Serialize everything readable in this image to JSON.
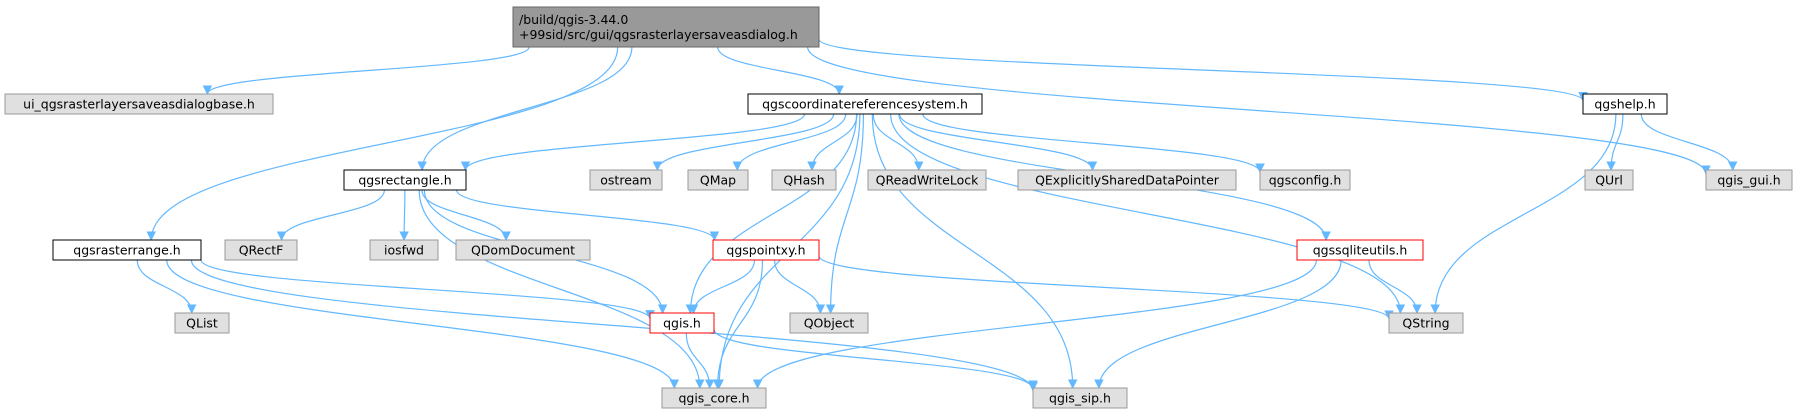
{
  "colors": {
    "edge": "#63b8ff",
    "gray_fill": "#e0e0e0",
    "gray_border": "#999999",
    "root_fill": "#999999",
    "root_border": "#666666",
    "white_fill": "#ffffff",
    "black_border": "#000000",
    "red_border": "#ff0000",
    "text": "#000000"
  },
  "nodes": [
    {
      "id": "root",
      "lines": [
        "/build/qgis-3.44.0",
        "+99sid/src/gui/qgsrasterlayersaveasdialog.h"
      ],
      "style": "root"
    },
    {
      "id": "ui_base",
      "lines": [
        "ui_qgsrasterlayersaveasdialogbase.h"
      ],
      "style": "gray"
    },
    {
      "id": "crs",
      "lines": [
        "qgscoordinatereferencesystem.h"
      ],
      "style": "white"
    },
    {
      "id": "qgshelp",
      "lines": [
        "qgshelp.h"
      ],
      "style": "white"
    },
    {
      "id": "qgsrectangle",
      "lines": [
        "qgsrectangle.h"
      ],
      "style": "white"
    },
    {
      "id": "qgsrasterrange",
      "lines": [
        "qgsrasterrange.h"
      ],
      "style": "white"
    },
    {
      "id": "ostream",
      "lines": [
        "ostream"
      ],
      "style": "gray"
    },
    {
      "id": "qmap",
      "lines": [
        "QMap"
      ],
      "style": "gray"
    },
    {
      "id": "qhash",
      "lines": [
        "QHash"
      ],
      "style": "gray"
    },
    {
      "id": "qreadwritelock",
      "lines": [
        "QReadWriteLock"
      ],
      "style": "gray"
    },
    {
      "id": "qexplicit",
      "lines": [
        "QExplicitlySharedDataPointer"
      ],
      "style": "gray"
    },
    {
      "id": "qgsconfig",
      "lines": [
        "qgsconfig.h"
      ],
      "style": "gray"
    },
    {
      "id": "qurl",
      "lines": [
        "QUrl"
      ],
      "style": "gray"
    },
    {
      "id": "qgis_gui",
      "lines": [
        "qgis_gui.h"
      ],
      "style": "gray"
    },
    {
      "id": "qrectf",
      "lines": [
        "QRectF"
      ],
      "style": "gray"
    },
    {
      "id": "iosfwd",
      "lines": [
        "iosfwd"
      ],
      "style": "gray"
    },
    {
      "id": "qdomdocument",
      "lines": [
        "QDomDocument"
      ],
      "style": "gray"
    },
    {
      "id": "qgspointxy",
      "lines": [
        "qgspointxy.h"
      ],
      "style": "red"
    },
    {
      "id": "qgssqliteutils",
      "lines": [
        "qgssqliteutils.h"
      ],
      "style": "red"
    },
    {
      "id": "qlist",
      "lines": [
        "QList"
      ],
      "style": "gray"
    },
    {
      "id": "qgis_h",
      "lines": [
        "qgis.h"
      ],
      "style": "red"
    },
    {
      "id": "qobject",
      "lines": [
        "QObject"
      ],
      "style": "gray"
    },
    {
      "id": "qstring",
      "lines": [
        "QString"
      ],
      "style": "gray"
    },
    {
      "id": "qgis_core",
      "lines": [
        "qgis_core.h"
      ],
      "style": "gray"
    },
    {
      "id": "qgis_sip",
      "lines": [
        "qgis_sip.h"
      ],
      "style": "gray"
    }
  ],
  "edges": [
    [
      "root",
      "ui_base"
    ],
    [
      "root",
      "crs"
    ],
    [
      "root",
      "qgshelp"
    ],
    [
      "root",
      "qgis_gui"
    ],
    [
      "root",
      "qgsrectangle"
    ],
    [
      "root",
      "qgsrasterrange"
    ],
    [
      "crs",
      "qgsrectangle"
    ],
    [
      "crs",
      "ostream"
    ],
    [
      "crs",
      "qmap"
    ],
    [
      "crs",
      "qhash"
    ],
    [
      "crs",
      "qreadwritelock"
    ],
    [
      "crs",
      "qexplicit"
    ],
    [
      "crs",
      "qgsconfig"
    ],
    [
      "crs",
      "qgssqliteutils"
    ],
    [
      "crs",
      "qstring"
    ],
    [
      "crs",
      "qgis_sip"
    ],
    [
      "crs",
      "qgis_core"
    ],
    [
      "crs",
      "qobject"
    ],
    [
      "crs",
      "qgis_h"
    ],
    [
      "qgshelp",
      "qurl"
    ],
    [
      "qgshelp",
      "qgis_gui"
    ],
    [
      "qgshelp",
      "qstring"
    ],
    [
      "qgsrectangle",
      "qrectf"
    ],
    [
      "qgsrectangle",
      "iosfwd"
    ],
    [
      "qgsrectangle",
      "qdomdocument"
    ],
    [
      "qgsrectangle",
      "qgspointxy"
    ],
    [
      "qgsrectangle",
      "qgis_h"
    ],
    [
      "qgsrectangle",
      "qgis_core"
    ],
    [
      "qgsrasterrange",
      "qlist"
    ],
    [
      "qgsrasterrange",
      "qgis_h"
    ],
    [
      "qgsrasterrange",
      "qgis_core"
    ],
    [
      "qgsrasterrange",
      "qgis_sip"
    ],
    [
      "qgspointxy",
      "qgis_h"
    ],
    [
      "qgspointxy",
      "qobject"
    ],
    [
      "qgspointxy",
      "qgis_core"
    ],
    [
      "qgspointxy",
      "qstring"
    ],
    [
      "qgssqliteutils",
      "qstring"
    ],
    [
      "qgssqliteutils",
      "qgis_core"
    ],
    [
      "qgssqliteutils",
      "qgis_sip"
    ],
    [
      "qgis_h",
      "qgis_core"
    ],
    [
      "qgis_h",
      "qgis_sip"
    ]
  ]
}
